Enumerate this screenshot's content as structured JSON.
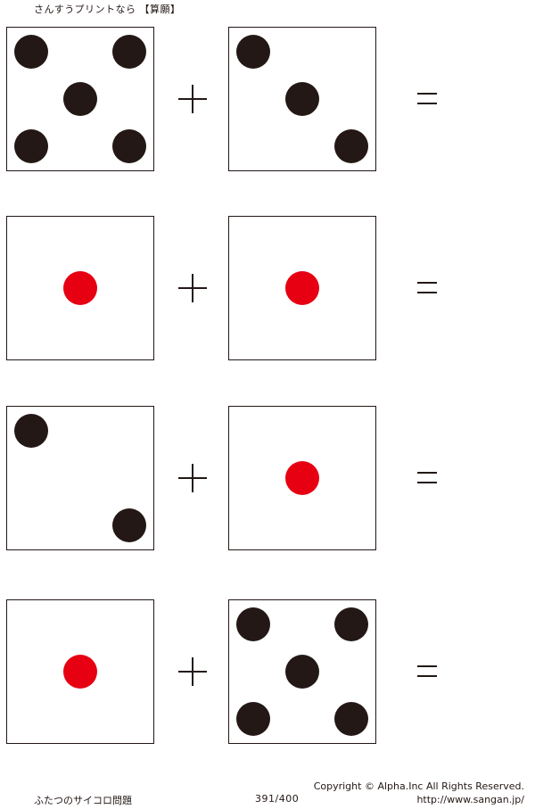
{
  "header": {
    "title": "さんすうプリントなら 【算願】"
  },
  "colors": {
    "ink": "#231815",
    "red": "#e60012"
  },
  "problems": [
    {
      "left": {
        "value": 5,
        "pip_color": "black"
      },
      "operator": "+",
      "right": {
        "value": 3,
        "pip_color": "black"
      },
      "equals": "="
    },
    {
      "left": {
        "value": 1,
        "pip_color": "red"
      },
      "operator": "+",
      "right": {
        "value": 1,
        "pip_color": "red"
      },
      "equals": "="
    },
    {
      "left": {
        "value": 2,
        "pip_color": "black"
      },
      "operator": "+",
      "right": {
        "value": 1,
        "pip_color": "red"
      },
      "equals": "="
    },
    {
      "left": {
        "value": 1,
        "pip_color": "red"
      },
      "operator": "+",
      "right": {
        "value": 5,
        "pip_color": "black"
      },
      "equals": "="
    }
  ],
  "footer": {
    "sheet_title": "ふたつのサイコロ問題",
    "page_number": "391/400",
    "copyright": "Copyright ©  Alpha.Inc All Rights Reserved.",
    "url": "http://www.sangan.jp/"
  }
}
